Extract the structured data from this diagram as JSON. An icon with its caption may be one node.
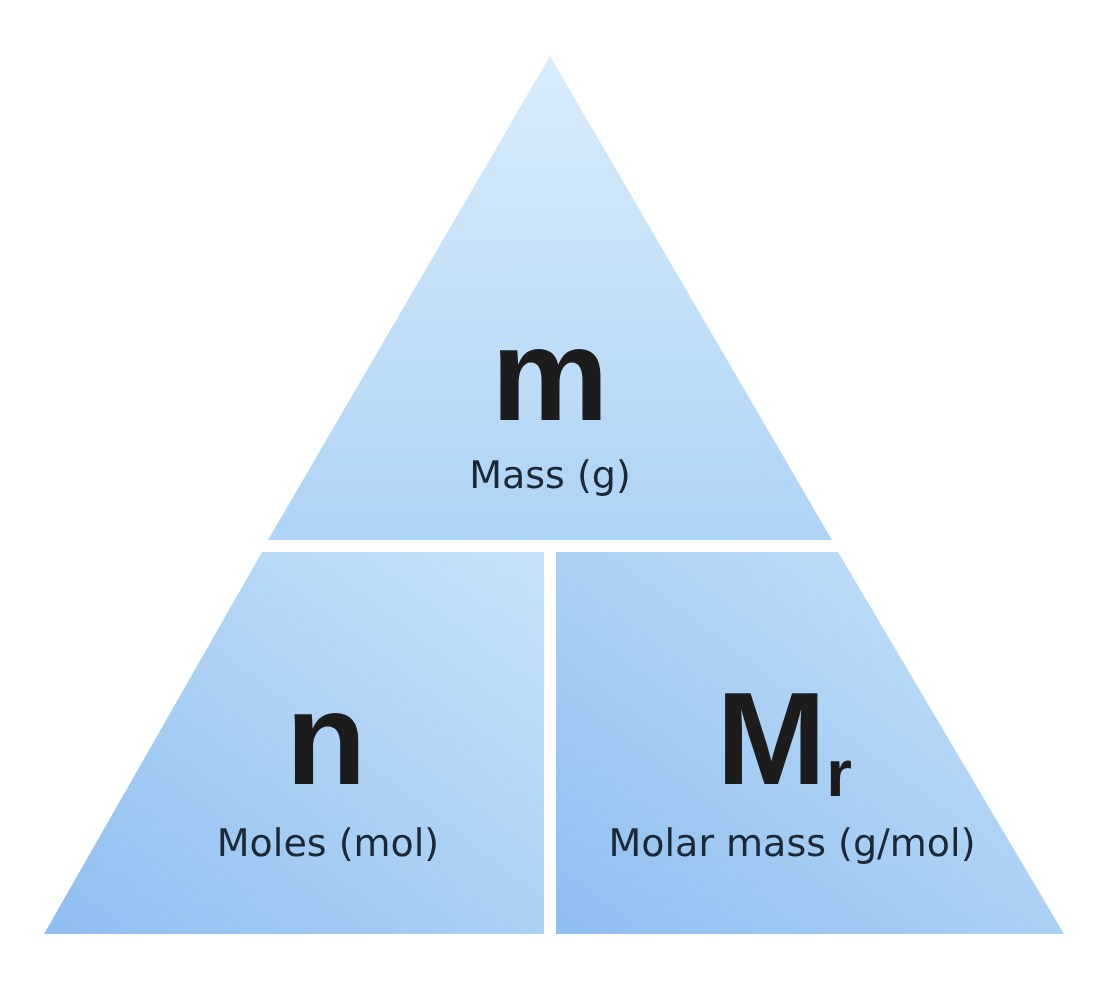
{
  "diagram": {
    "nodes": [
      {
        "text": [
          "m",
          "Mass (g)"
        ]
      },
      {
        "text": [
          "n",
          "Moles (mol)"
        ]
      },
      {
        "text": [
          "M$_{r}$",
          "Molar mass (g/mol)"
        ]
      }
    ]
  }
}
